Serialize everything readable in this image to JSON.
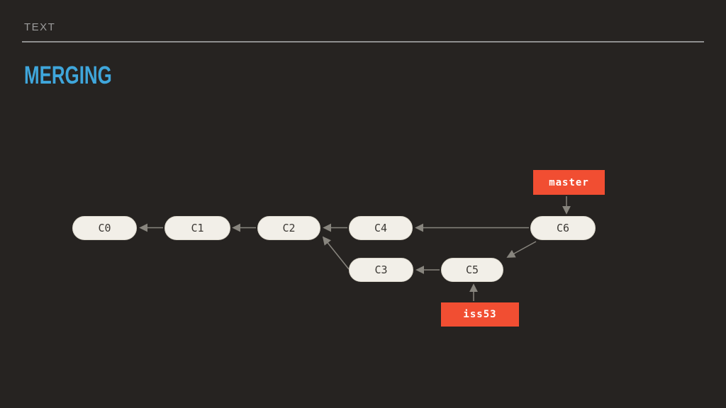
{
  "slide": {
    "kicker": "TEXT",
    "title": "MERGING"
  },
  "colors": {
    "background": "#262321",
    "title_blue": "#3FA6DB",
    "kicker_gray": "#9C9C9C",
    "rule_gray": "#8F8F8F",
    "node_fill": "#F2EFE8",
    "node_text": "#3B3834",
    "branch_fill": "#F14E32",
    "branch_text": "#FFFFFF",
    "arrow_gray": "#88857E"
  },
  "diagram": {
    "type": "git-commit-graph",
    "nodes": [
      {
        "id": "c0",
        "label": "C0"
      },
      {
        "id": "c1",
        "label": "C1"
      },
      {
        "id": "c2",
        "label": "C2"
      },
      {
        "id": "c4",
        "label": "C4"
      },
      {
        "id": "c6",
        "label": "C6"
      },
      {
        "id": "c3",
        "label": "C3"
      },
      {
        "id": "c5",
        "label": "C5"
      }
    ],
    "branches": [
      {
        "id": "master",
        "label": "master",
        "points_to": "C6"
      },
      {
        "id": "iss53",
        "label": "iss53",
        "points_to": "C5"
      }
    ],
    "edges": [
      {
        "from": "C1",
        "to": "C0"
      },
      {
        "from": "C2",
        "to": "C1"
      },
      {
        "from": "C4",
        "to": "C2"
      },
      {
        "from": "C6",
        "to": "C4"
      },
      {
        "from": "C6",
        "to": "C5"
      },
      {
        "from": "C5",
        "to": "C3"
      },
      {
        "from": "C3",
        "to": "C2"
      },
      {
        "from": "master",
        "to": "C6"
      },
      {
        "from": "iss53",
        "to": "C5"
      }
    ]
  }
}
